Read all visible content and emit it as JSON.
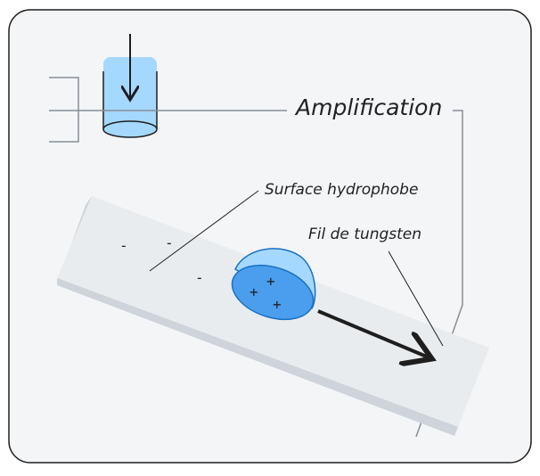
{
  "labels": {
    "amplification": "Amplification",
    "surface": "Surface hydrophobe",
    "wire": "Fil de tungsten"
  },
  "charges": {
    "negative_symbol": "-",
    "positive_symbol": "+",
    "negative_count": 3,
    "positive_count": 3
  },
  "colors": {
    "frame_fill": "#f4f5f7",
    "frame_stroke": "#1e1e1e",
    "plate_top": "#e9ecef",
    "plate_side": "#ced4da",
    "droplet_fill": "#4a9eed",
    "droplet_cap": "#a5d8ff",
    "droplet_stroke": "#1971c2",
    "positive_charge": "#e03131",
    "negative_charge": "#1e1e1e",
    "leader_line": "#868e96",
    "arrow": "#1e1e1e"
  }
}
